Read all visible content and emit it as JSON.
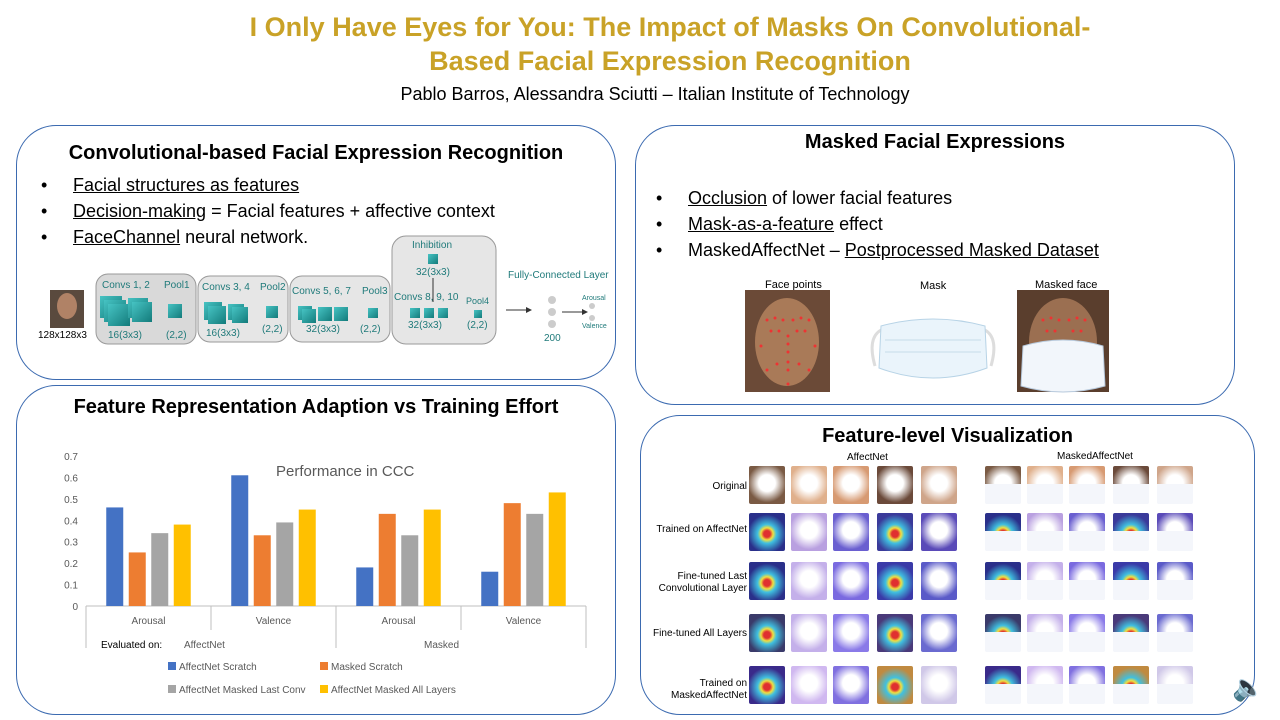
{
  "header": {
    "title_line1": "I Only Have Eyes for You: The Impact of Masks On Convolutional-",
    "title_line2": "Based Facial Expression Recognition",
    "authors": "Pablo Barros, Alessandra Sciutti – Italian Institute of Technology"
  },
  "panel_conv": {
    "title": "Convolutional-based Facial Expression Recognition",
    "bullets": [
      {
        "u": "Facial structures as features",
        "rest": ""
      },
      {
        "u": "Decision-making",
        "rest": " = Facial features + affective context"
      },
      {
        "u": "FaceChannel",
        "rest": " neural network."
      }
    ],
    "net": {
      "input_size": "128x128x3",
      "convs12": "Convs 1, 2",
      "convs12_dim": "16(3x3)",
      "pool1": "Pool1",
      "pool1_dim": "(2,2)",
      "convs34": "Convs 3, 4",
      "convs34_dim": "16(3x3)",
      "pool2": "Pool2",
      "pool2_dim": "(2,2)",
      "convs567": "Convs 5, 6, 7",
      "convs567_dim": "32(3x3)",
      "pool3": "Pool3",
      "pool3_dim": "(2,2)",
      "inhibition": "Inhibition",
      "inhibition_dim": "32(3x3)",
      "convs8910": "Convs 8, 9, 10",
      "convs8910_dim": "32(3x3)",
      "pool4": "Pool4",
      "pool4_dim": "(2,2)",
      "fc": "Fully-Connected Layer",
      "fc_units": "200",
      "out_arousal": "Arousal",
      "out_valence": "Valence"
    }
  },
  "panel_masked": {
    "title": "Masked Facial Expressions",
    "bullets": [
      {
        "u": "Occlusion",
        "pre": "",
        "rest": " of lower facial features"
      },
      {
        "u": "Mask-as-a-feature",
        "pre": "",
        "rest": " effect"
      },
      {
        "u": "Postprocessed Masked Dataset",
        "pre": "MaskedAffectNet – ",
        "rest": ""
      }
    ],
    "img_labels": [
      "Face points",
      "Mask",
      "Masked face"
    ]
  },
  "panel_feature": {
    "title": "Feature Representation Adaption vs Training Effort",
    "evaluated_on": "Evaluated on:",
    "group_labels": [
      "AffectNet",
      "Masked"
    ]
  },
  "chart_data": {
    "type": "bar",
    "title": "Performance in CCC",
    "categories": [
      "Arousal",
      "Valence",
      "Arousal",
      "Valence"
    ],
    "groups": [
      "AffectNet",
      "AffectNet",
      "Masked",
      "Masked"
    ],
    "ylim": [
      0,
      0.7
    ],
    "yticks": [
      "0",
      "0.1",
      "0.2",
      "0.3",
      "0.4",
      "0.5",
      "0.6",
      "0.7"
    ],
    "grid": false,
    "legend_position": "bottom",
    "series": [
      {
        "name": "AffectNet Scratch",
        "color": "#4472c4",
        "values": [
          0.46,
          0.61,
          0.18,
          0.16
        ]
      },
      {
        "name": "Masked Scratch",
        "color": "#ed7d31",
        "values": [
          0.25,
          0.33,
          0.43,
          0.48
        ]
      },
      {
        "name": "AffectNet Masked Last Conv",
        "color": "#a5a5a5",
        "values": [
          0.34,
          0.39,
          0.33,
          0.43
        ]
      },
      {
        "name": "AffectNet Masked All Layers",
        "color": "#ffc000",
        "values": [
          0.38,
          0.45,
          0.45,
          0.53
        ]
      }
    ]
  },
  "panel_vis": {
    "title": "Feature-level Visualization",
    "col_headers": [
      "AffectNet",
      "MaskedAffectNet"
    ],
    "rows": [
      "Original",
      "Trained on AffectNet",
      "Fine-tuned Last Convolutional Layer",
      "Fine-tuned All Layers",
      "Trained on MaskedAffectNet"
    ]
  },
  "colors": {
    "title": "#c9a227",
    "panel_border": "#3b6ab0",
    "net_block": "#1f8f8f"
  }
}
